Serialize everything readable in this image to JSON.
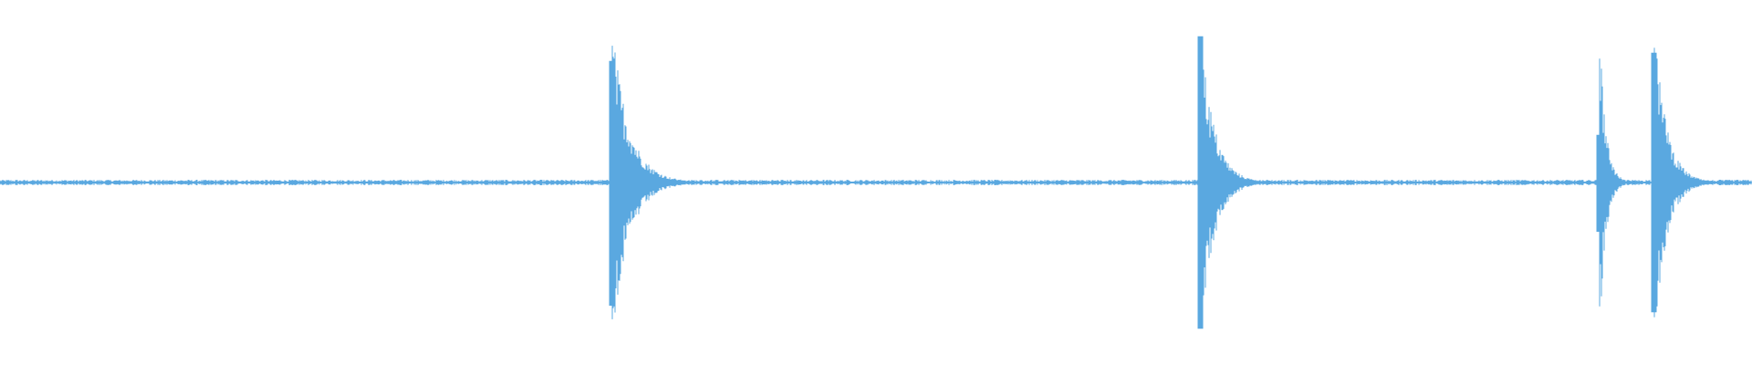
{
  "waveform": {
    "color": "#5aa8e0",
    "baseline_color": "#5aa8e0",
    "background": "#ffffff",
    "transients": [
      {
        "time_fraction": 0.349,
        "peak_up": 0.74,
        "peak_down": 0.75,
        "decay_fraction": 0.028
      },
      {
        "time_fraction": 0.685,
        "peak_up": 0.89,
        "peak_down": 0.89,
        "decay_fraction": 0.022
      },
      {
        "time_fraction": 0.913,
        "peak_up": 0.29,
        "peak_down": 0.3,
        "decay_fraction": 0.01
      },
      {
        "time_fraction": 0.944,
        "peak_up": 0.79,
        "peak_down": 0.79,
        "decay_fraction": 0.02
      }
    ],
    "noise_level": 0.012
  }
}
